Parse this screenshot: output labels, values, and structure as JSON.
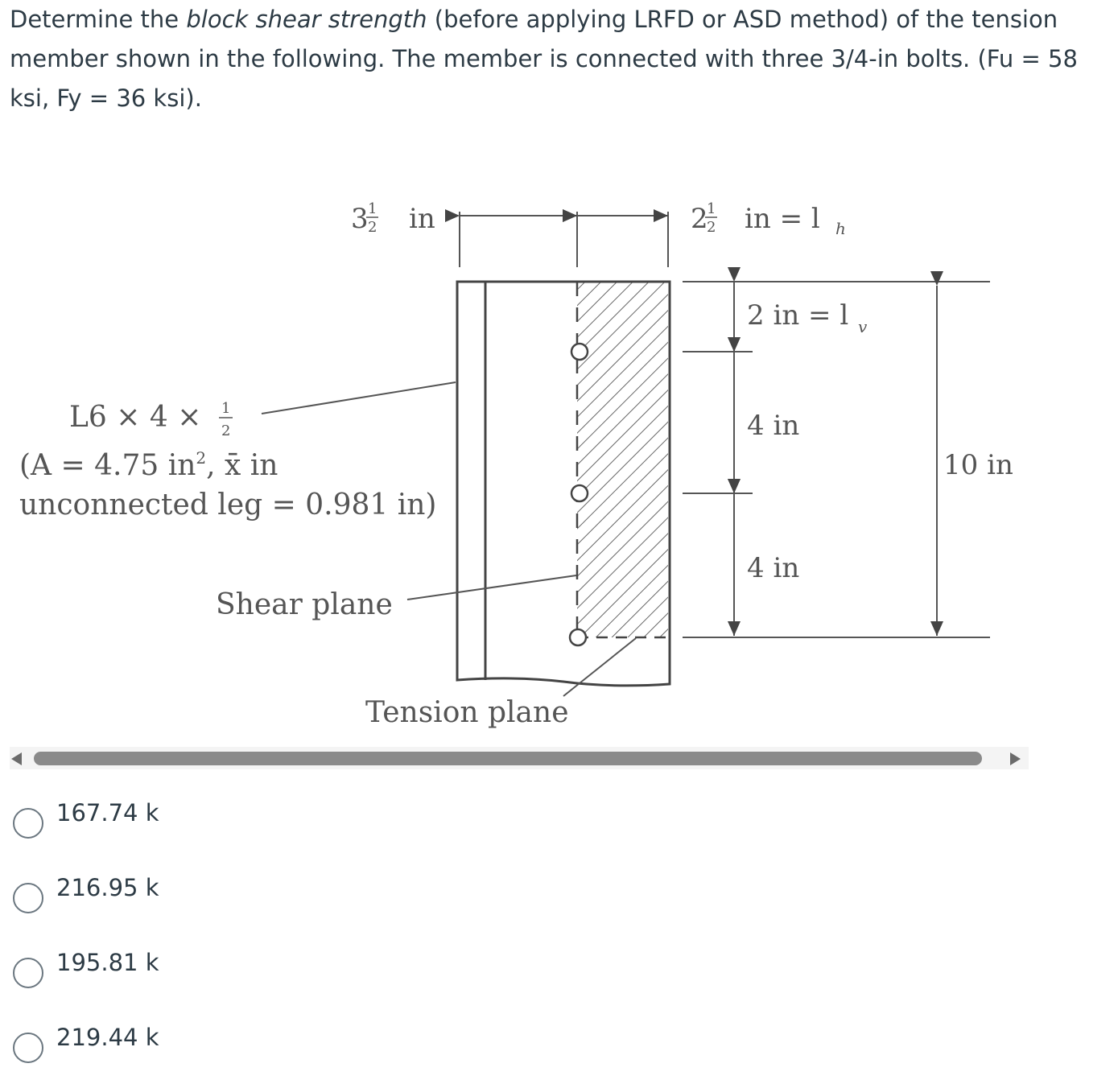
{
  "question": {
    "part1": "Determine the ",
    "emph": "block shear strength",
    "part2": " (before applying LRFD or ASD method) of the tension member shown in the following. The member is connected with three 3/4-in bolts. (Fu = 58 ksi, Fy = 36 ksi)."
  },
  "figure": {
    "dim_left_whole": "3",
    "dim_left_num": "1",
    "dim_left_den": "2",
    "dim_left_unit": "in",
    "dim_right_whole": "2",
    "dim_right_num": "1",
    "dim_right_den": "2",
    "dim_right_unit": "in = l",
    "dim_right_sub": "h",
    "dim_top": "2 in = l",
    "dim_top_sub": "v",
    "dim_mid1": "4 in",
    "dim_mid2": "4 in",
    "dim_total": "10 in",
    "angle_label": "L6 × 4 ×",
    "angle_num": "1",
    "angle_den": "2",
    "area_line_a": "(A = 4.75 in",
    "area_sup": "2",
    "area_line_b": ", x̄ in",
    "area_line2": "unconnected leg = 0.981 in)",
    "shear_plane": "Shear plane",
    "tension_plane": "Tension plane"
  },
  "answers": [
    {
      "label": "167.74 k"
    },
    {
      "label": "216.95 k"
    },
    {
      "label": "195.81 k"
    },
    {
      "label": "219.44 k"
    }
  ],
  "colors": {
    "text": "#2d3b45",
    "figure": "#555555",
    "scroll_thumb": "#8a8a8a"
  }
}
